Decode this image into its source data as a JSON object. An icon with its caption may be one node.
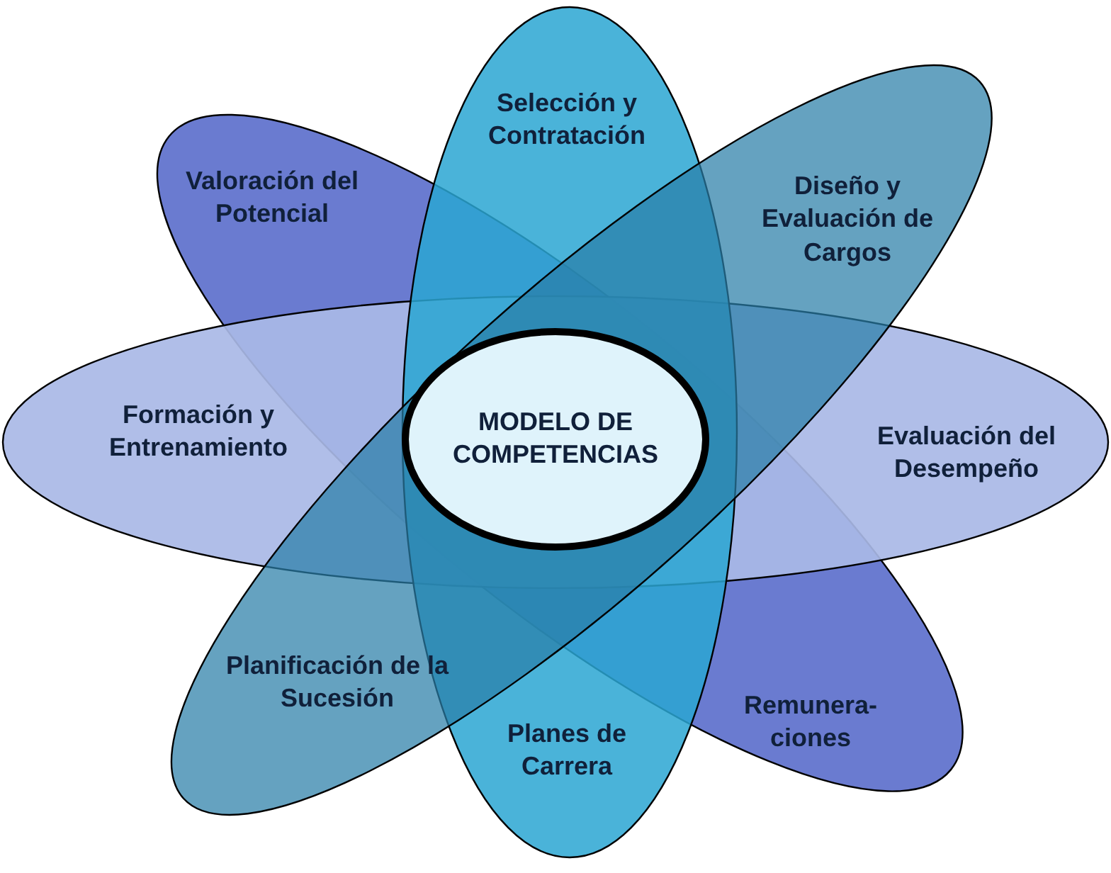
{
  "diagram": {
    "nodes": [
      {
        "text": [
          "Valoración del Potencial",
          "Remunera- ciones"
        ]
      },
      {
        "text": [
          "Formación y Entrenamiento",
          "Evaluación del Desempeño"
        ]
      },
      {
        "text": [
          "Selección y Contratación",
          "Planes de Carrera"
        ]
      },
      {
        "text": [
          "Diseño y Evaluación de Cargos",
          "Planificación de la Sucesión"
        ]
      },
      {
        "text": [
          "MODELO DE COMPETENCIAS"
        ]
      }
    ],
    "edges": []
  }
}
